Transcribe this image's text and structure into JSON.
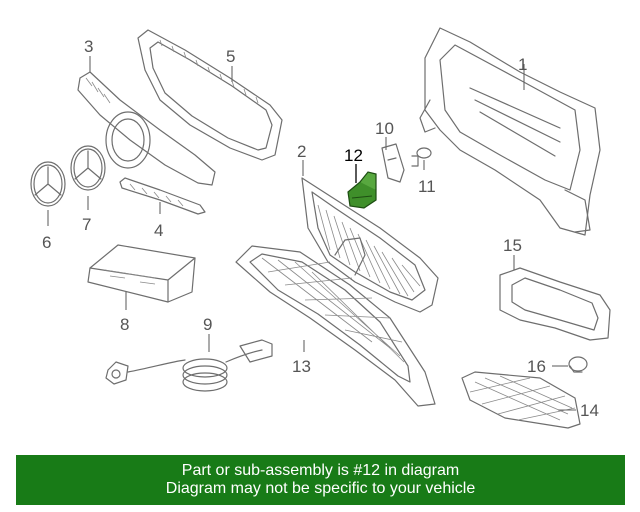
{
  "diagram": {
    "callouts": [
      {
        "id": "callout-1",
        "label": "1"
      },
      {
        "id": "callout-2",
        "label": "2"
      },
      {
        "id": "callout-3",
        "label": "3"
      },
      {
        "id": "callout-4",
        "label": "4"
      },
      {
        "id": "callout-5",
        "label": "5"
      },
      {
        "id": "callout-6",
        "label": "6"
      },
      {
        "id": "callout-7",
        "label": "7"
      },
      {
        "id": "callout-8",
        "label": "8"
      },
      {
        "id": "callout-9",
        "label": "9"
      },
      {
        "id": "callout-10",
        "label": "10"
      },
      {
        "id": "callout-11",
        "label": "11"
      },
      {
        "id": "callout-12",
        "label": "12"
      },
      {
        "id": "callout-13",
        "label": "13"
      },
      {
        "id": "callout-14",
        "label": "14"
      },
      {
        "id": "callout-15",
        "label": "15"
      },
      {
        "id": "callout-16",
        "label": "16"
      }
    ],
    "highlight": {
      "part": "12",
      "color": "#3f8f2a"
    }
  },
  "banner": {
    "line1": "Part or sub-assembly is #12 in diagram",
    "line2": "Diagram may not be specific to your vehicle",
    "background": "#187b17",
    "text_color": "#ffffff"
  }
}
